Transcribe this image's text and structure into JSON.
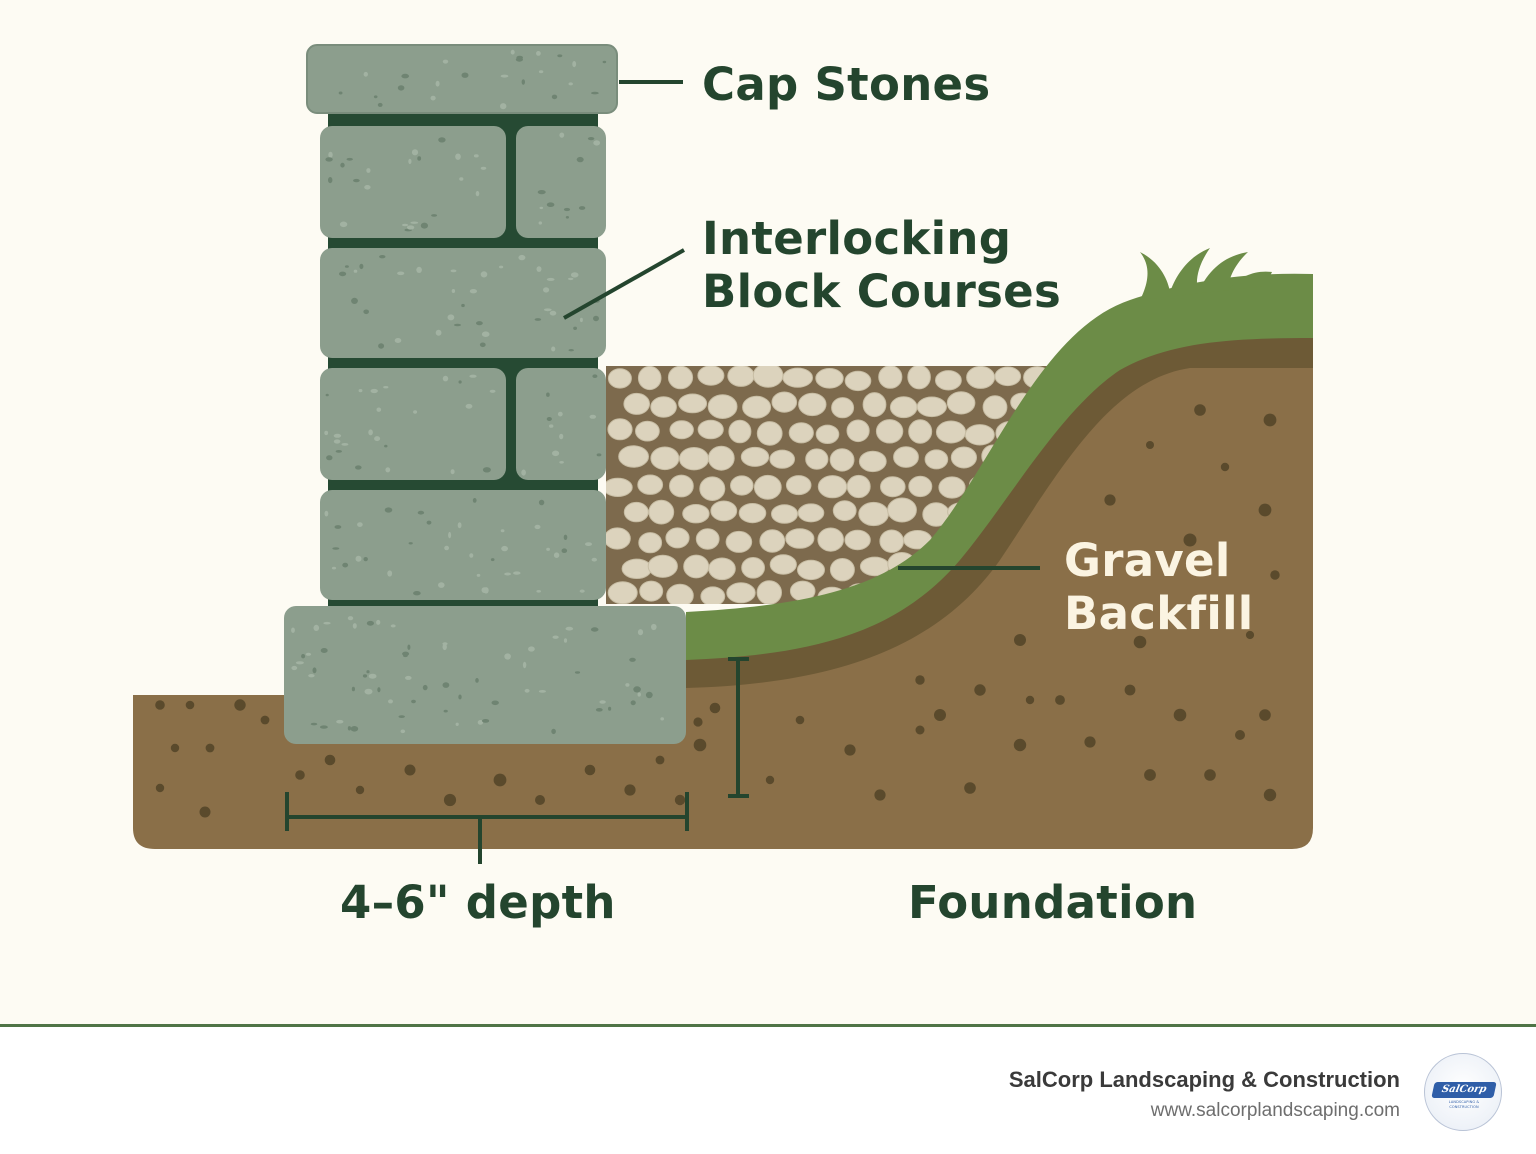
{
  "labels": {
    "cap_stones": "Cap Stones",
    "block_courses_line1": "Interlocking",
    "block_courses_line2": "Block Courses",
    "gravel_line1": "Gravel",
    "gravel_line2": "Backfill",
    "depth": "4–6\" depth",
    "foundation": "Foundation"
  },
  "footer": {
    "company": "SalCorp Landscaping & Construction",
    "url": "www.salcorplandscaping.com",
    "logo_text": "SalCorp",
    "logo_subtext": "LANDSCAPING & CONSTRUCTION"
  },
  "colors": {
    "background": "#fdfbf3",
    "soil": "#8a6f48",
    "soil_dark": "#6d5a36",
    "grass": "#6c8c47",
    "stone": "#8c9e8d",
    "mortar": "#264a33",
    "gravel": "#dcd3bd",
    "label_dark": "#24452e",
    "label_light": "#fbf4e2",
    "footer_rule": "#4f7446"
  },
  "icons": {
    "logo": "salcorp-logo-icon"
  }
}
